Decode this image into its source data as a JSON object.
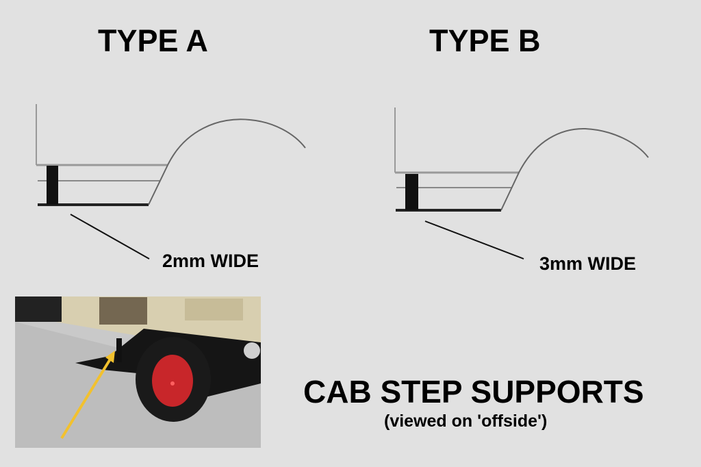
{
  "type_a": {
    "title": "TYPE A",
    "label": "2mm WIDE"
  },
  "type_b": {
    "title": "TYPE B",
    "label": "3mm WIDE"
  },
  "caption": {
    "title": "CAB STEP SUPPORTS",
    "subtitle": "(viewed on 'offside')"
  },
  "colors": {
    "background": "#e1e1e1",
    "arrow": "#f2c12e",
    "wheel": "#c8262a",
    "body": "#d8cfb0"
  }
}
